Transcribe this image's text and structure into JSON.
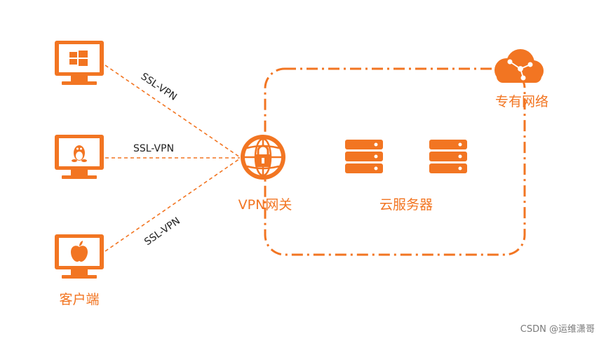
{
  "colors": {
    "accent": "#f27522",
    "dash": "#f27522",
    "text": "#333333"
  },
  "clients": [
    {
      "icon": "windows-icon"
    },
    {
      "icon": "linux-tux-icon"
    },
    {
      "icon": "apple-icon"
    }
  ],
  "client_label": "客户端",
  "links": [
    "SSL-VPN",
    "SSL-VPN",
    "SSL-VPN"
  ],
  "gateway": {
    "icon": "vpn-gateway-icon",
    "label": "VPN网关"
  },
  "servers": {
    "icon": "server-icon",
    "label": "云服务器"
  },
  "vpc": {
    "icon": "cloud-network-icon",
    "label": "专有网络"
  },
  "watermark": "CSDN @运维潇哥"
}
